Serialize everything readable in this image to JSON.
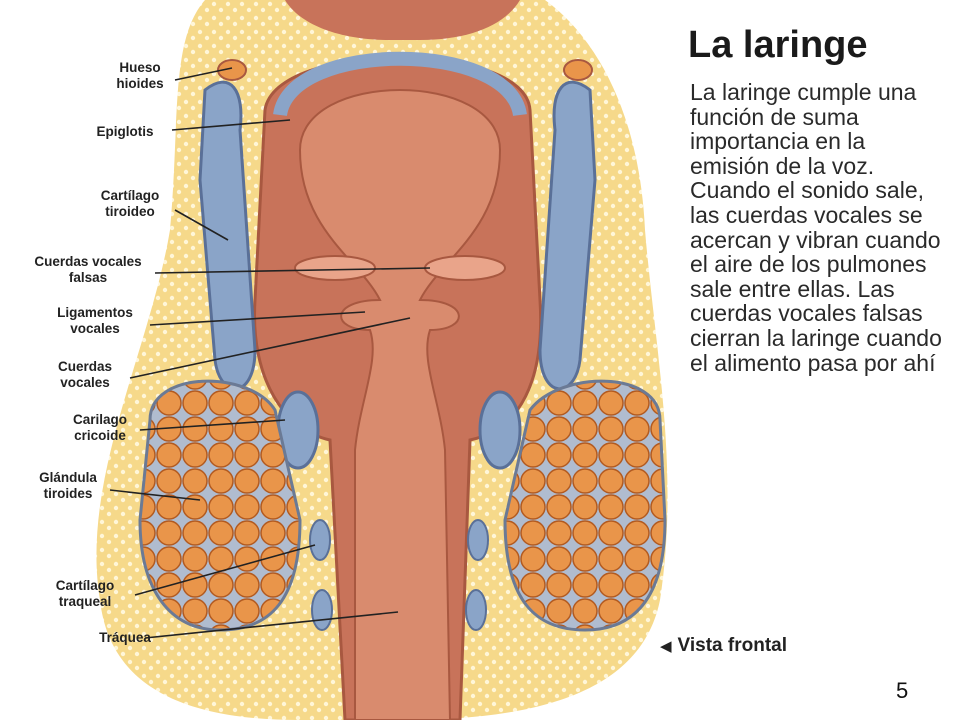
{
  "title": "La laringe",
  "body_text": "La laringe cumple una función de suma importancia en la emisión de la voz. Cuando el sonido sale, las cuerdas vocales se acercan y vibran cuando el aire de los pulmones sale entre ellas. Las cuerdas vocales falsas cierran la laringe cuando el alimento pasa por ahí",
  "view_caption": "Vista frontal",
  "page_number": "5",
  "labels": {
    "hueso_hioides": "Hueso hioides",
    "epiglotis": "Epiglotis",
    "cartilago_tiroideo": "Cartílago tiroideo",
    "cuerdas_falsas": "Cuerdas vocales falsas",
    "ligamentos": "Ligamentos vocales",
    "cuerdas_vocales": "Cuerdas vocales",
    "cricoide": "Carilago cricoide",
    "glandula": "Glándula tiroides",
    "traqueal": "Cartílago traqueal",
    "traquea": "Tráquea"
  },
  "colors": {
    "fat": "#f6d98a",
    "muscle": "#c8735a",
    "lumen": "#d98b6e",
    "cartilage": "#8aa4c8",
    "thyroid": "#e9954a"
  }
}
